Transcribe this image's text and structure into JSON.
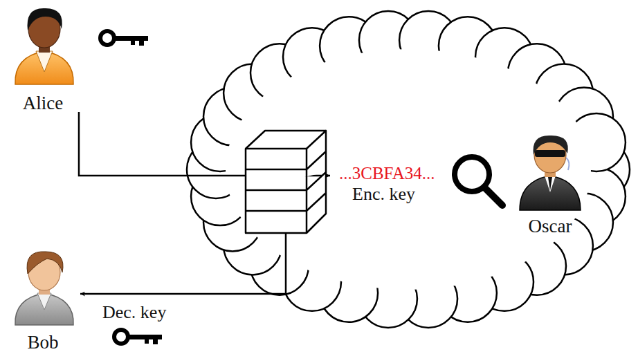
{
  "diagram": {
    "nodes": [
      {
        "text": [
          "Alice"
        ]
      },
      {
        "text": []
      },
      {
        "text": [
          "Oscar"
        ]
      },
      {
        "text": [
          "Bob"
        ]
      }
    ],
    "edges": [
      {
        "from": 0,
        "to": 1,
        "arrow": "to",
        "label": "Enc. key"
      },
      {
        "from": 1,
        "to": 3,
        "arrow": "to",
        "label": "Dec. key"
      }
    ],
    "labels": [
      "...3CBFA34..."
    ]
  }
}
